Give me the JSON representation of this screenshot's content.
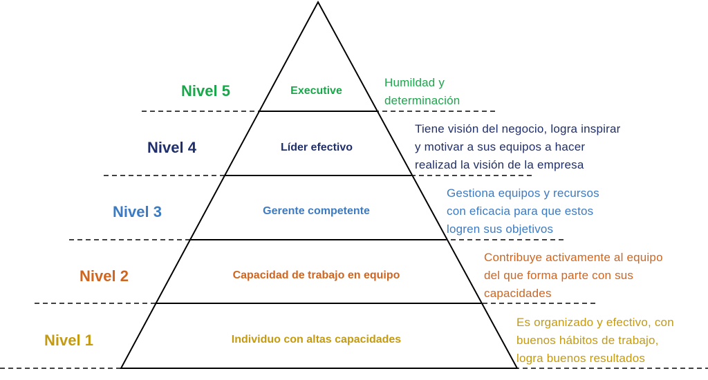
{
  "colors": {
    "outline": "#000000",
    "level5": "#1aa64a",
    "level4": "#1f2f6b",
    "level3": "#3c7ac2",
    "level2": "#d0651f",
    "level1": "#c49a10"
  },
  "levels": [
    {
      "label": "Nivel 5",
      "title": "Executive",
      "description": "Humildad y\ndeterminación"
    },
    {
      "label": "Nivel 4",
      "title": "Líder efectivo",
      "description": "Tiene visión del negocio, logra inspirar\ny motivar a sus equipos a hacer\nrealizad la visión de la empresa"
    },
    {
      "label": "Nivel 3",
      "title": "Gerente competente",
      "description": "Gestiona equipos y recursos\ncon eficacia para que estos\nlogren sus objetivos"
    },
    {
      "label": "Nivel 2",
      "title": "Capacidad de trabajo en equipo",
      "description": "Contribuye activamente al equipo\ndel que forma parte con sus\ncapacidades"
    },
    {
      "label": "Nivel 1",
      "title": "Individuo con altas capacidades",
      "description": "Es organizado y efectivo, con\nbuenos hábitos de trabajo,\nlogra buenos resultados"
    }
  ]
}
